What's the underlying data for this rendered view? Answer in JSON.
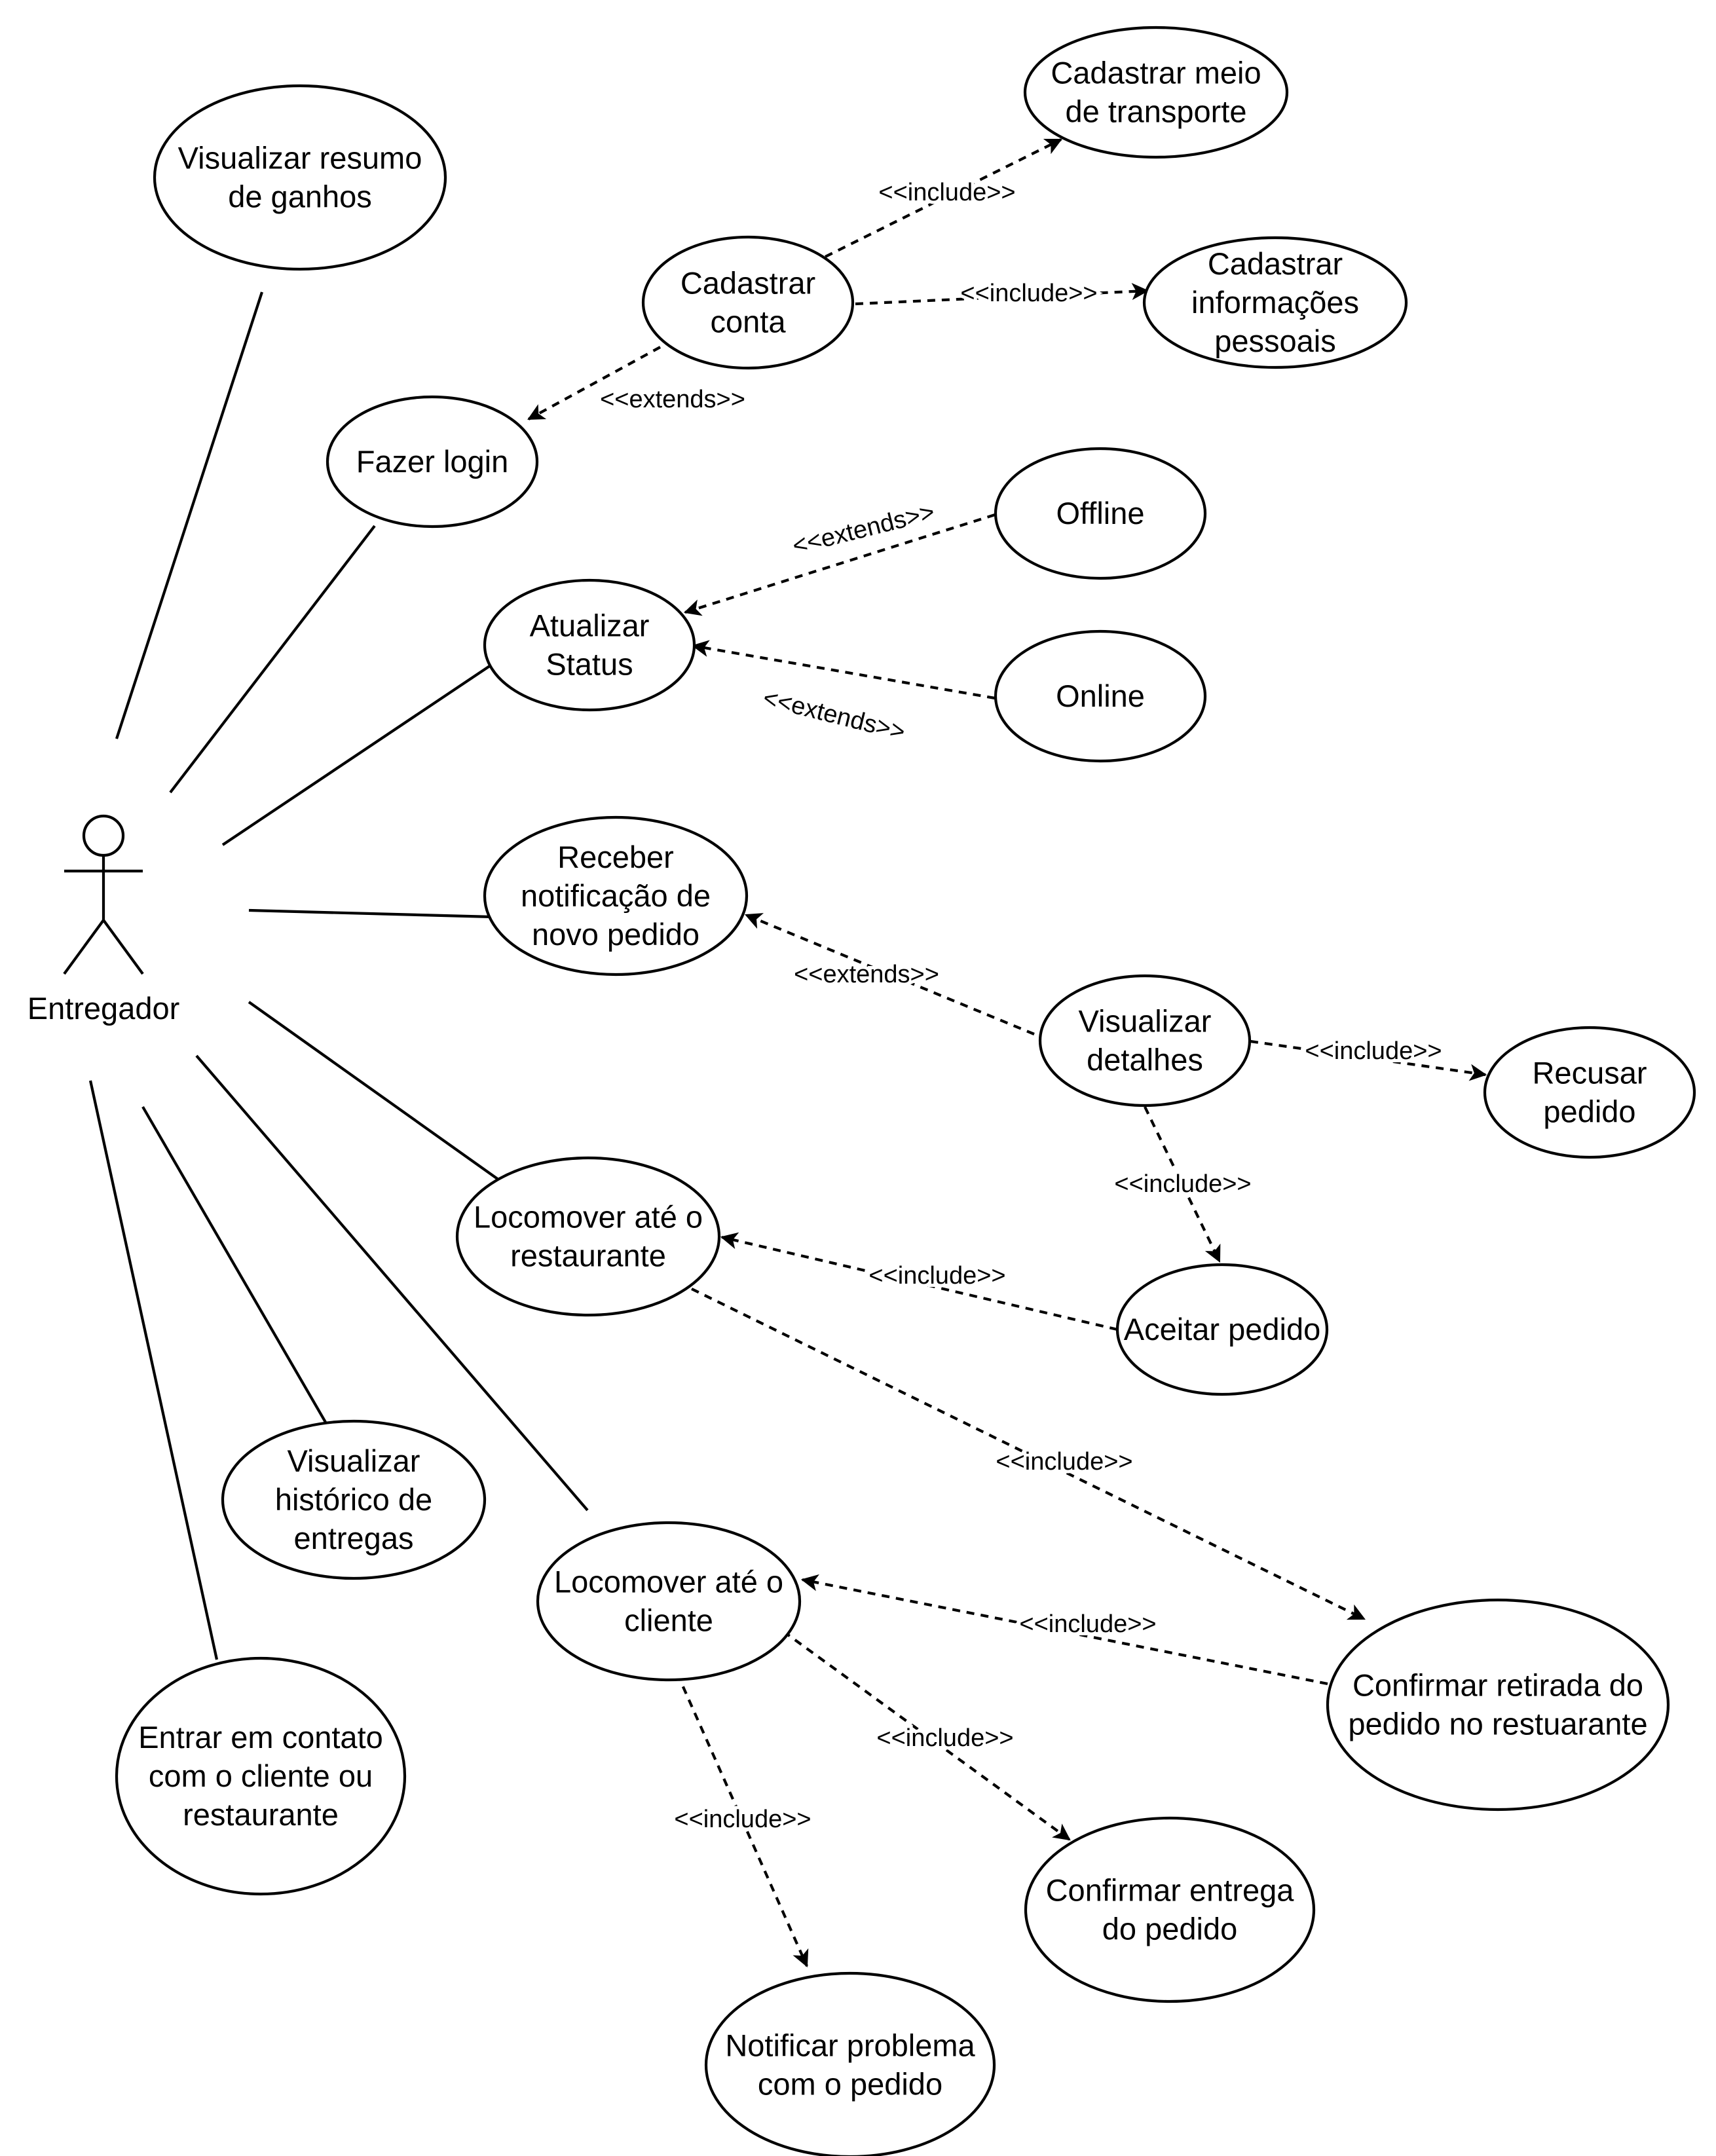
{
  "actor": {
    "name": "Entregador"
  },
  "use_cases": {
    "resumo_ganhos": [
      "Visualizar resumo",
      "de ganhos"
    ],
    "cad_transporte": [
      "Cadastrar meio",
      "de transporte"
    ],
    "cad_conta": [
      "Cadastrar",
      "conta"
    ],
    "cad_info": [
      "Cadastrar",
      "informações",
      "pessoais"
    ],
    "fazer_login": [
      "Fazer login"
    ],
    "offline": [
      "Offline"
    ],
    "atualizar_status": [
      "Atualizar",
      "Status"
    ],
    "online": [
      "Online"
    ],
    "receber_notificacao": [
      "Receber",
      "notificação de",
      "novo pedido"
    ],
    "visualizar_detalhes": [
      "Visualizar",
      "detalhes"
    ],
    "recusar_pedido": [
      "Recusar",
      "pedido"
    ],
    "loc_restaurante": [
      "Locomover até o",
      "restaurante"
    ],
    "aceitar_pedido": [
      "Aceitar pedido"
    ],
    "hist_entregas": [
      "Visualizar",
      "histórico de",
      "entregas"
    ],
    "loc_cliente": [
      "Locomover até o",
      "cliente"
    ],
    "confirmar_retirada": [
      "Confirmar retirada do",
      "pedido no restuarante"
    ],
    "entrar_contato": [
      "Entrar em contato",
      "com o cliente ou",
      "restaurante"
    ],
    "confirmar_entrega": [
      "Confirmar entrega",
      "do pedido"
    ],
    "notificar_problema": [
      "Notificar problema",
      "com o pedido"
    ]
  },
  "relations": {
    "include_label": "<<include>>",
    "extends_label": "<<extends>>"
  }
}
